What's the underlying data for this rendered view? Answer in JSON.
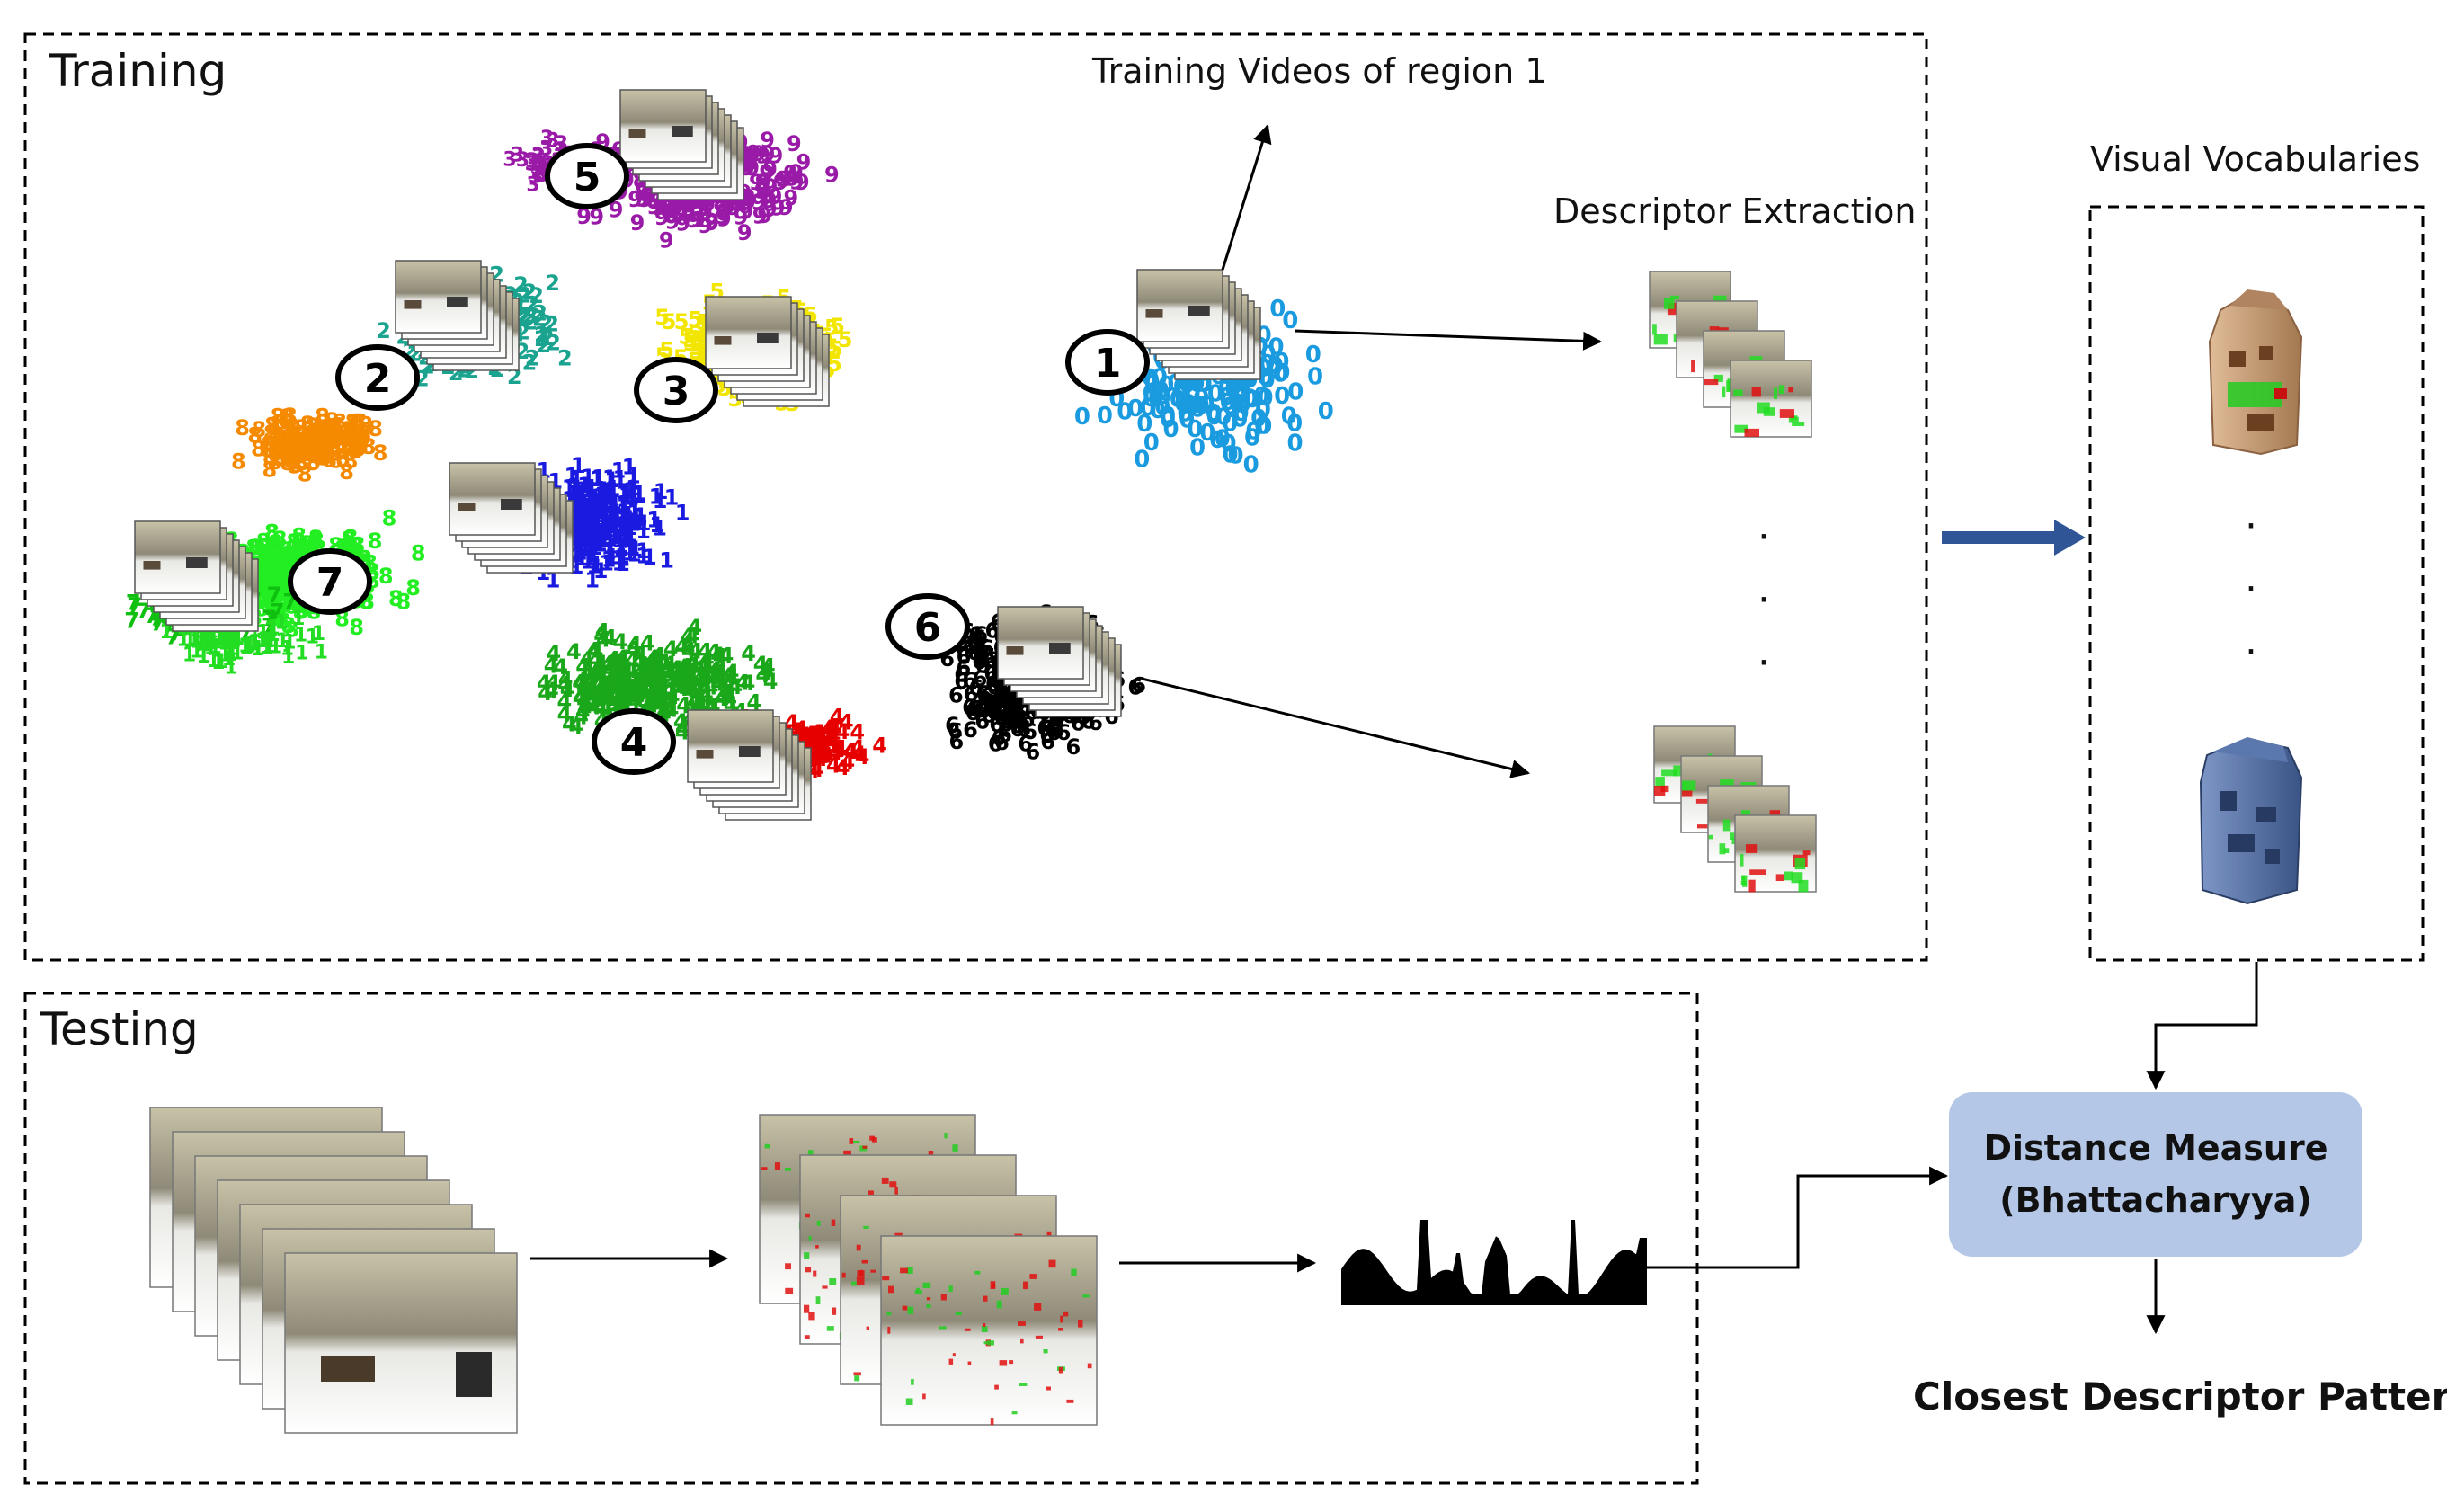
{
  "training": {
    "title": "Training",
    "videos_label": "Training Videos of region 1",
    "extraction_label": "Descriptor Extraction"
  },
  "vocab": {
    "title": "Visual Vocabularies"
  },
  "testing": {
    "title": "Testing"
  },
  "distance": {
    "line1": "Distance Measure",
    "line2": "(Bhattacharyya)"
  },
  "result": {
    "label": "Closest Descriptor Pattern"
  },
  "clusters": [
    {
      "id": "1",
      "digit": "0",
      "color": "#1a9be0"
    },
    {
      "id": "2",
      "digit": "2",
      "color": "#1aa38f"
    },
    {
      "id": "3",
      "digit": "5",
      "color": "#f2e600"
    },
    {
      "id": "4",
      "digit": "4",
      "color": "#e60000"
    },
    {
      "id": "5",
      "digit": "9",
      "color": "#9a1aa8"
    },
    {
      "id": "6",
      "digit": "6",
      "color": "#000000"
    },
    {
      "id": "7",
      "digit": "8",
      "color": "#22ee22"
    },
    {
      "id": "8",
      "digit": "7",
      "color": "#10c010"
    },
    {
      "id": "9",
      "digit": "4",
      "color": "#1aa81a"
    },
    {
      "id": "10",
      "digit": "8",
      "color": "#f58a00"
    },
    {
      "id": "11",
      "digit": "1",
      "color": "#1a1ae0"
    },
    {
      "id": "12",
      "digit": "3",
      "color": "#9a1aa8"
    },
    {
      "id": "13",
      "digit": "1",
      "color": "#22dd22"
    }
  ],
  "colors": {
    "box_fill": "#b4c7e7",
    "arrow_blue": "#2f5597",
    "bag_brown": "#c8a07a",
    "bag_blue": "#4a6aa0"
  },
  "dots": "·"
}
